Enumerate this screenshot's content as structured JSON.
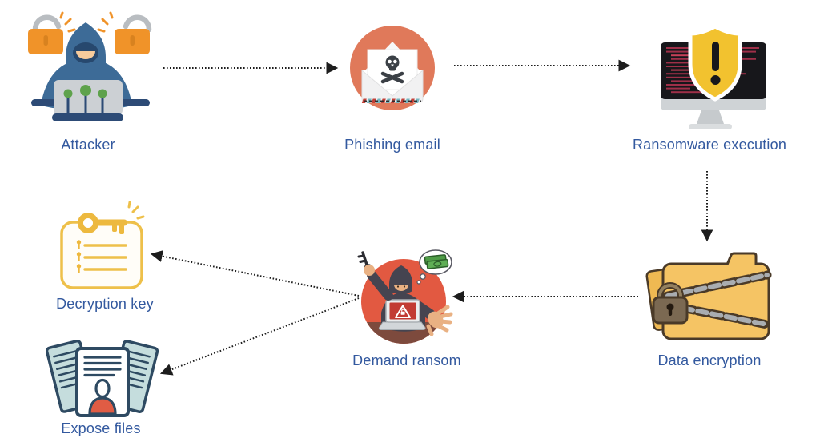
{
  "diagram": {
    "type": "flowchart",
    "topic": "ransomware attack flow",
    "background": "#ffffff",
    "label_color": "#33599f",
    "arrow_color": "#1d1d1d",
    "arrow_style": "dotted",
    "nodes": [
      {
        "id": "attacker",
        "label": "Attacker",
        "icon": "hooded-hacker-laptop-unlocked-padlocks-icon"
      },
      {
        "id": "phishing-email",
        "label": "Phishing email",
        "icon": "skull-envelope-orange-circle-icon"
      },
      {
        "id": "ransomware-execution",
        "label": "Ransomware execution",
        "icon": "monitor-red-code-warning-shield-icon"
      },
      {
        "id": "data-encryption",
        "label": "Data encryption",
        "icon": "chained-folder-padlock-icon"
      },
      {
        "id": "demand-ransom",
        "label": "Demand ransom",
        "icon": "hooded-figure-key-money-bubble-icon"
      },
      {
        "id": "decryption-key",
        "label": "Decryption key",
        "icon": "note-with-golden-key-icon"
      },
      {
        "id": "expose-files",
        "label": "Expose files",
        "icon": "fanned-documents-person-icon"
      }
    ],
    "edges": [
      {
        "from": "attacker",
        "to": "phishing-email"
      },
      {
        "from": "phishing-email",
        "to": "ransomware-execution"
      },
      {
        "from": "ransomware-execution",
        "to": "data-encryption"
      },
      {
        "from": "data-encryption",
        "to": "demand-ransom"
      },
      {
        "from": "demand-ransom",
        "to": "decryption-key"
      },
      {
        "from": "demand-ransom",
        "to": "expose-files"
      }
    ],
    "colors": {
      "padlock_orange": "#f09329",
      "hoodie_blue": "#3d6b97",
      "phishing_circle": "#e0795a",
      "shield_yellow": "#f2c22f",
      "code_red": "#9e2f48",
      "folder_yellow": "#f5c464",
      "ransom_circle": "#e25941",
      "key_gold": "#edb93f",
      "document_navy": "#2e4a62",
      "document_teal": "#c5dddd",
      "shirt_red": "#e05c44",
      "money_green": "#4f9c47"
    }
  }
}
